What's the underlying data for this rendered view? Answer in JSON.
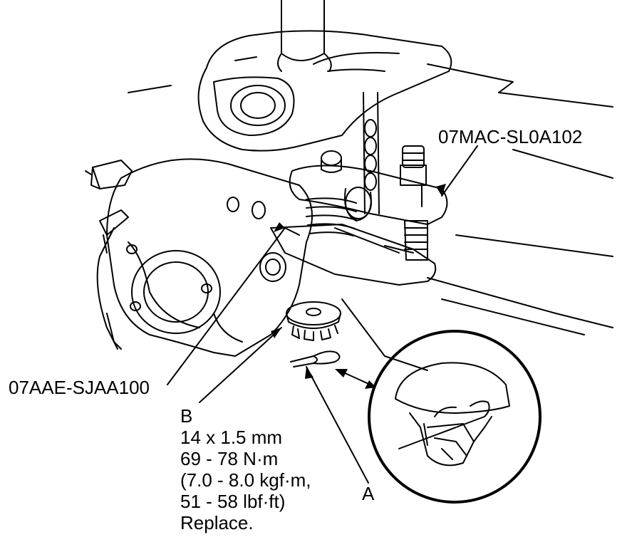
{
  "callouts": {
    "tool_upper": "07MAC-SL0A102",
    "tool_lower": "07AAE-SJAA100",
    "item_a": "A",
    "item_b": {
      "letter": "B",
      "size": "14 x 1.5 mm",
      "torque_nm": "69 - 78 N·m",
      "torque_kgf": "(7.0 - 8.0 kgf·m,",
      "torque_lbf": "51 - 58 lbf·ft)",
      "note": "Replace."
    }
  }
}
